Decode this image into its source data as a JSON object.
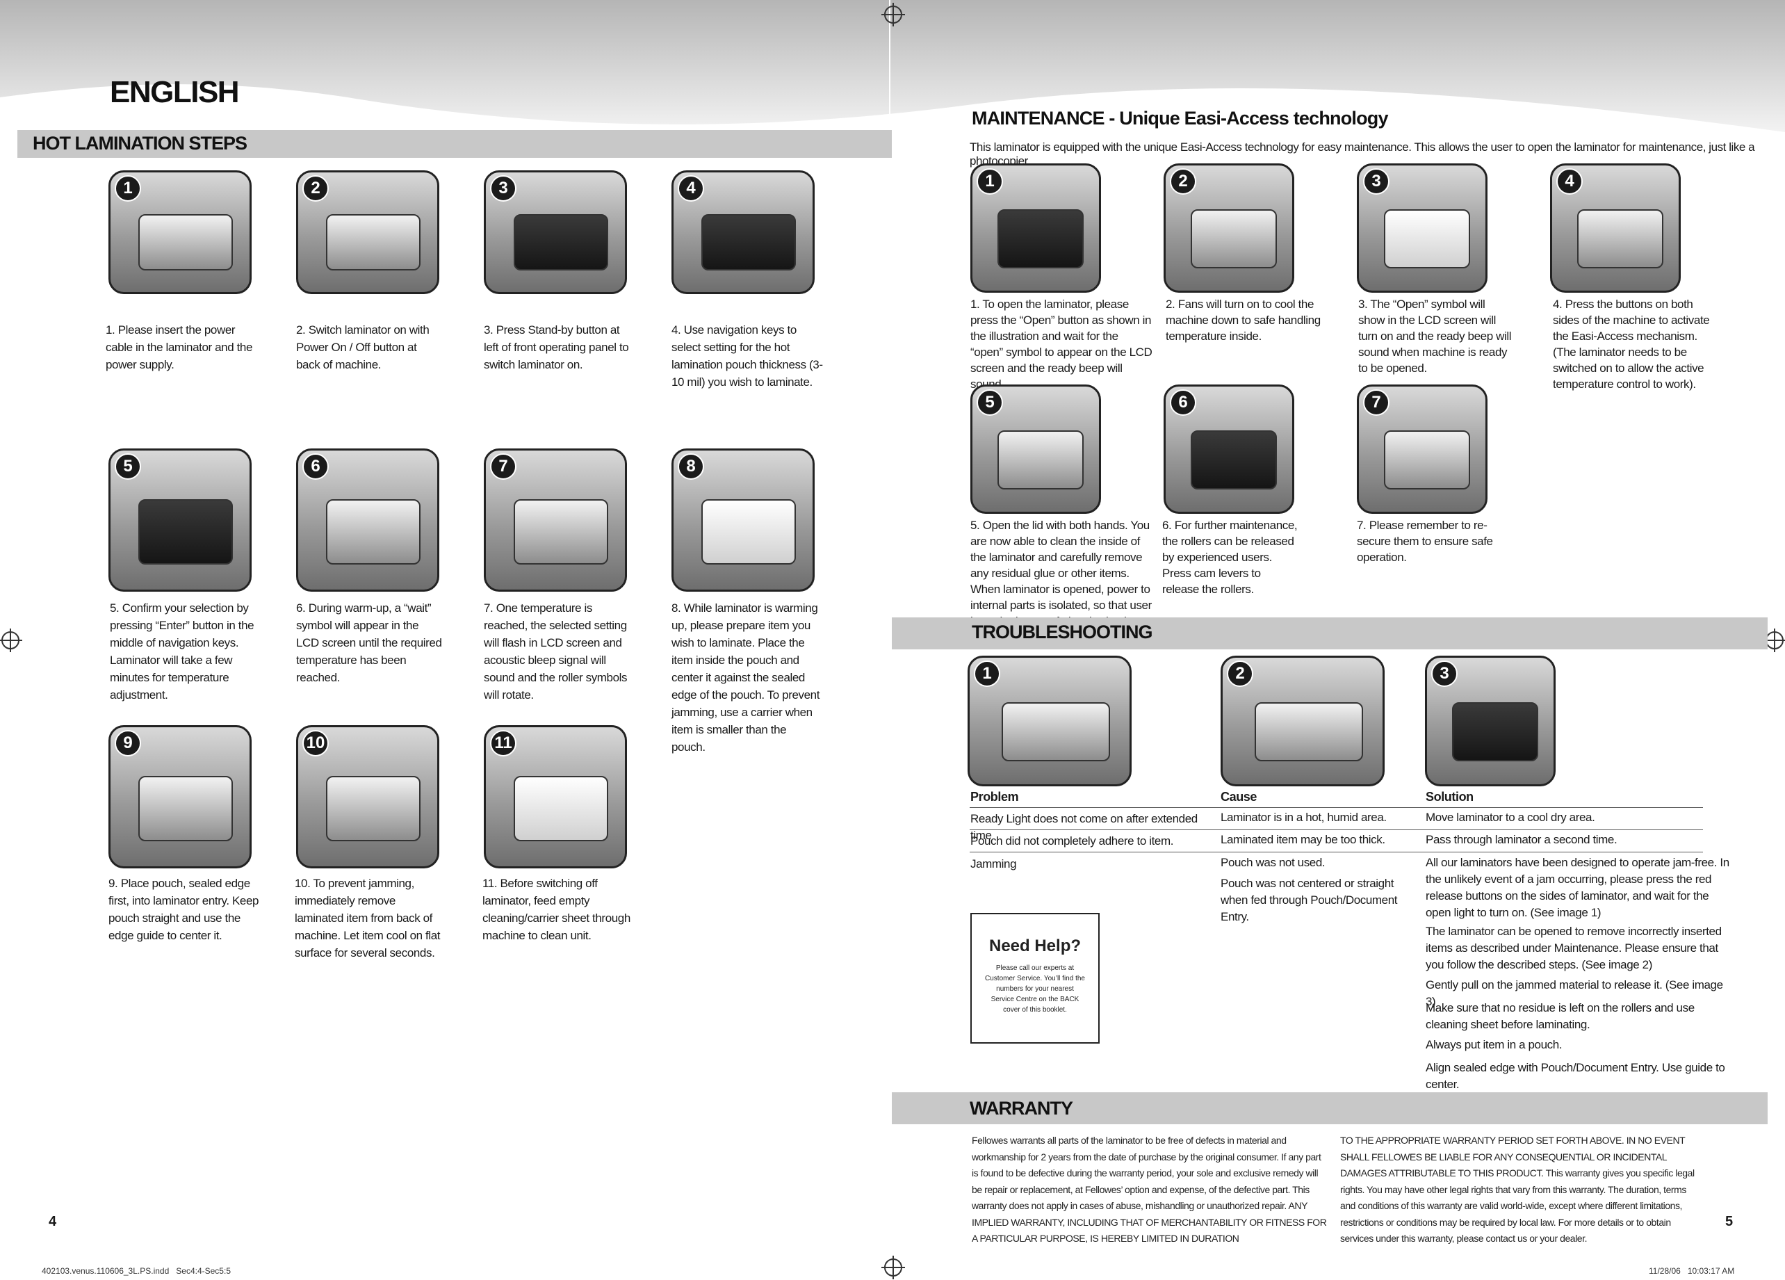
{
  "top_language": "ENGLISH",
  "hot_lamination": {
    "heading": "HOT LAMINATION STEPS",
    "steps": [
      {
        "num": "1",
        "text": "1. Please insert the power cable in the laminator and the power supply."
      },
      {
        "num": "2",
        "text": "2. Switch laminator on with Power On / Off button at back of machine."
      },
      {
        "num": "3",
        "text": "3. Press Stand-by button at left of front operating panel to switch laminator on."
      },
      {
        "num": "4",
        "text": "4. Use navigation keys to select setting for the hot lamination pouch thickness (3-10 mil) you wish to laminate."
      },
      {
        "num": "5",
        "text": "5. Confirm your selection by pressing “Enter” button in the middle of navigation keys. Laminator will take a few minutes for temperature adjustment."
      },
      {
        "num": "6",
        "text": "6. During warm-up, a “wait” symbol will appear in the LCD screen until the required temperature has been reached."
      },
      {
        "num": "7",
        "text": "7. One temperature is reached, the selected setting will flash in LCD screen and acoustic bleep signal will sound and the roller symbols will rotate."
      },
      {
        "num": "8",
        "text": "8. While laminator is warming up, please prepare item you wish to laminate. Place the item inside the pouch and center it against the sealed edge of the pouch. To prevent jamming, use a carrier when item is smaller than the pouch."
      },
      {
        "num": "9",
        "text": "9. Place pouch, sealed edge first, into laminator entry. Keep pouch straight and use the edge guide to center it."
      },
      {
        "num": "10",
        "text": "10. To prevent jamming, immediately remove laminated item from back of machine. Let item cool on flat surface for several seconds."
      },
      {
        "num": "11",
        "text": "11. Before switching off laminator, feed empty cleaning/carrier sheet through machine to clean unit."
      }
    ]
  },
  "maintenance": {
    "heading": "MAINTENANCE - Unique Easi-Access technology",
    "intro": "This laminator is equipped with the unique Easi-Access technology for easy maintenance.  This allows the user to open the laminator for maintenance, just like a photocopier.",
    "steps": [
      {
        "num": "1",
        "text": "1. To open the laminator, please press the “Open” button as shown in the illustration and wait for the “open” symbol to appear on the LCD screen and the ready beep will sound."
      },
      {
        "num": "2",
        "text": "2. Fans will turn on to cool the machine down to safe handling temperature inside."
      },
      {
        "num": "3",
        "text": "3. The “Open” symbol will show in the LCD screen will turn on and the ready beep will sound when machine is ready to be opened."
      },
      {
        "num": "4",
        "text": "4. Press the buttons on both sides of the machine to activate the Easi-Access mechanism. (The laminator needs to be switched on to allow the active temperature control to work)."
      },
      {
        "num": "5",
        "text": "5. Open the lid with both hands. You are now able to clean the inside of the laminator and carefully remove any residual glue or other items. When laminator is opened, power to internal parts is isolated, so that user is not in danger of electric shock."
      },
      {
        "num": "6",
        "text": "6. For further maintenance, the rollers can be released by experienced users.  Press cam levers to release the rollers."
      },
      {
        "num": "7",
        "text": "7. Please remember to re-secure them to ensure safe operation."
      }
    ]
  },
  "troubleshooting": {
    "heading": "TROUBLESHOOTING",
    "images": [
      "1",
      "2",
      "3"
    ],
    "col_problem": "Problem",
    "col_cause": "Cause",
    "col_solution": "Solution",
    "problems": [
      "Ready Light does not come on after extended time",
      "Pouch did not completely adhere to item.",
      "Jamming"
    ],
    "causes": [
      "Laminator is in a hot, humid area.",
      "Laminated item may be too thick.",
      "Pouch was not used.",
      "Pouch was not centered or straight when fed through Pouch/Document Entry."
    ],
    "solutions": [
      "Move laminator to a cool dry area.",
      "Pass through laminator a second time.",
      "All our laminators have been designed to operate jam-free. In the unlikely event of a jam occurring, please press the red release buttons on the sides of laminator, and wait for the open light to turn on. (See image 1)",
      "The laminator can be opened to remove incorrectly inserted items as described under Maintenance.  Please ensure that you follow the described steps. (See image 2)",
      "Gently pull on the jammed material to release it. (See image 3)",
      "Make sure that no residue is left on the rollers and use cleaning sheet before laminating.",
      "Always put item in a pouch.",
      "Align sealed edge with Pouch/Document Entry. Use guide to center."
    ]
  },
  "help": {
    "title": "Need Help?",
    "body": "Please call our experts at Customer Service. You’ll find the numbers for your nearest Service Centre on the BACK cover of this booklet."
  },
  "warranty": {
    "heading": "WARRANTY",
    "col1": "Fellowes warrants all parts of the laminator to be free of defects in material and workmanship for 2 years from the date of purchase by the original consumer. If any part is found to be defective during the warranty period, your sole and exclusive remedy will be repair or replacement, at Fellowes’ option and expense, of the defective part. This warranty does not apply in cases of abuse, mishandling or unauthorized repair. ANY IMPLIED WARRANTY, INCLUDING THAT OF MERCHANTABILITY OR FITNESS FOR A PARTICULAR PURPOSE, IS HEREBY LIMITED IN DURATION",
    "col2": "TO THE APPROPRIATE WARRANTY PERIOD SET FORTH ABOVE. IN NO EVENT SHALL FELLOWES BE LIABLE FOR ANY CONSEQUENTIAL OR INCIDENTAL DAMAGES ATTRIBUTABLE TO THIS PRODUCT. This warranty gives you specific legal rights. You may have other legal rights that vary from this warranty. The duration, terms and conditions of this warranty are valid world-wide, except where different limitations, restrictions or conditions may be required by local law. For more details or to obtain services under this warranty, please contact us or your dealer."
  },
  "page_left": "4",
  "page_right": "5",
  "footer_left": "402103.venus.110606_3L.PS.indd   Sec4:4-Sec5:5",
  "footer_right": "11/28/06   10:03:17 AM"
}
